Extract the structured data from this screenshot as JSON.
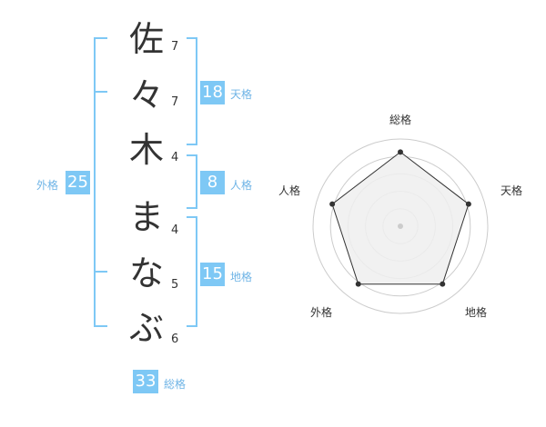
{
  "name": {
    "chars": [
      "佐",
      "々",
      "木",
      "ま",
      "な",
      "ぶ"
    ],
    "strokes": [
      "7",
      "7",
      "4",
      "4",
      "5",
      "6"
    ]
  },
  "fortunes": {
    "tenkaku": {
      "value": "18",
      "label": "天格"
    },
    "jinkaku": {
      "value": "8",
      "label": "人格"
    },
    "chikaku": {
      "value": "15",
      "label": "地格"
    },
    "gaikaku": {
      "value": "25",
      "label": "外格"
    },
    "soukaku": {
      "value": "33",
      "label": "総格"
    }
  },
  "radar": {
    "labels": {
      "soukaku": "総格",
      "tenkaku": "天格",
      "chikaku": "地格",
      "gaikaku": "外格",
      "jinkaku": "人格"
    },
    "ratings": {
      "soukaku": 0.85,
      "tenkaku": 0.82,
      "chikaku": 0.82,
      "gaikaku": 0.82,
      "jinkaku": 0.82
    },
    "colors": {
      "fill": "#efefef",
      "stroke": "#333333",
      "rings": "#cccccc"
    }
  },
  "colors": {
    "accent": "#7ec8f5",
    "label": "#6fb4e6",
    "text": "#333333"
  }
}
